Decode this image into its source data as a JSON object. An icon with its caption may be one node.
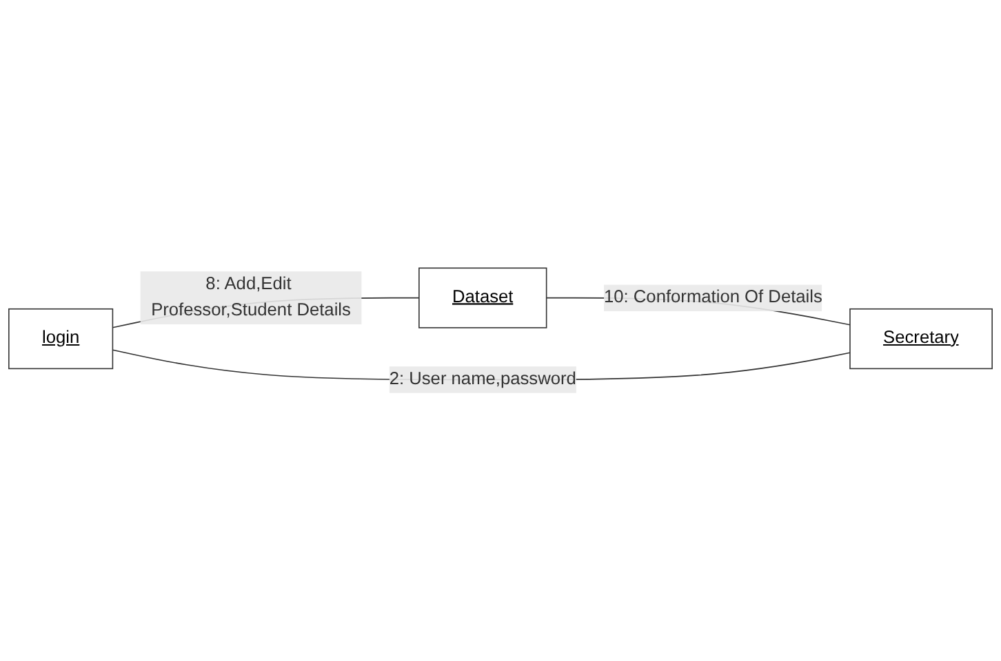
{
  "diagram": {
    "nodes": [
      {
        "text": [
          "login"
        ]
      },
      {
        "text": [
          "Secretary"
        ]
      },
      {
        "text": [
          "Dataset"
        ]
      }
    ],
    "edges": [
      {
        "from": 1,
        "to": 0,
        "arrow": "none",
        "label": "2: User name,password"
      },
      {
        "from": 0,
        "to": 2,
        "arrow": "none",
        "label": "8: Add,Edit Professor,Student Details"
      },
      {
        "from": 2,
        "to": 1,
        "arrow": "none",
        "label": "10: Conformation Of Details"
      }
    ]
  }
}
